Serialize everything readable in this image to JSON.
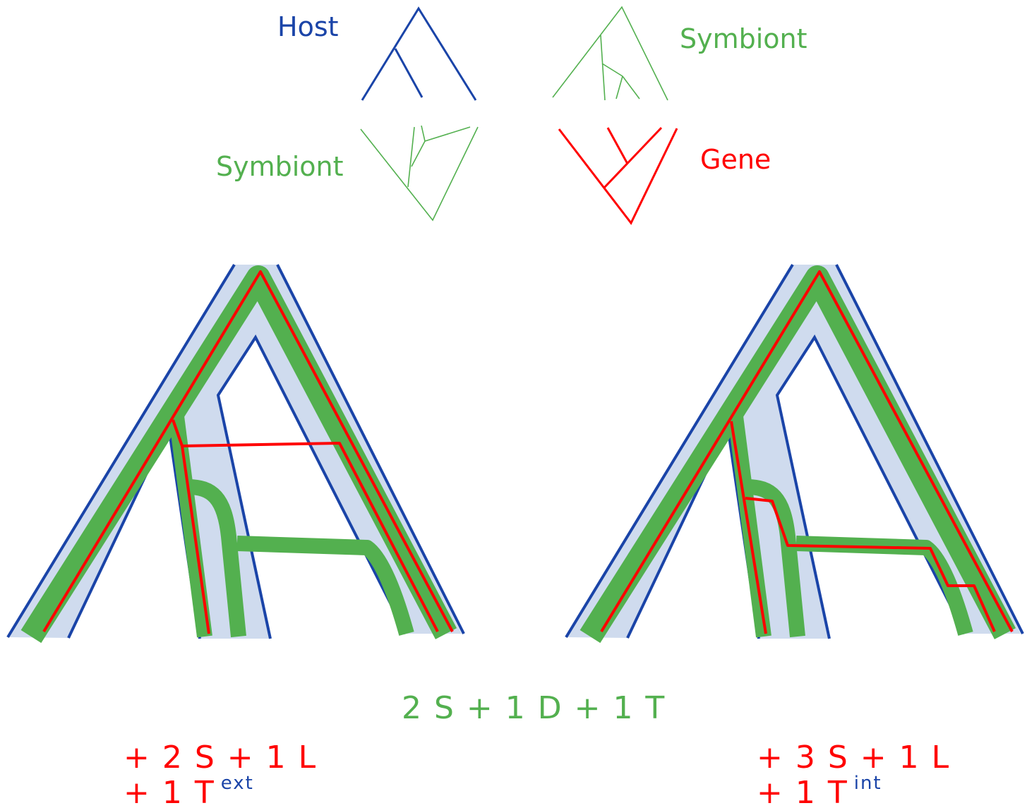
{
  "colors": {
    "host": "#1a44a8",
    "symbiont": "#53b04f",
    "gene": "#ff0000",
    "host_fill": "#cfdbee"
  },
  "legend": {
    "host": "Host",
    "symbiont_top": "Symbiont",
    "symbiont_left": "Symbiont",
    "gene": "Gene"
  },
  "center_equation": "2 S + 1 D + 1 T",
  "left_result": {
    "line1": "+ 2 S + 1 L",
    "line2_main": "+ 1 T",
    "line2_sup": "ext"
  },
  "right_result": {
    "line1": "+ 3 S + 1 L",
    "line2_main": "+ 1 T",
    "line2_sup": "int"
  }
}
